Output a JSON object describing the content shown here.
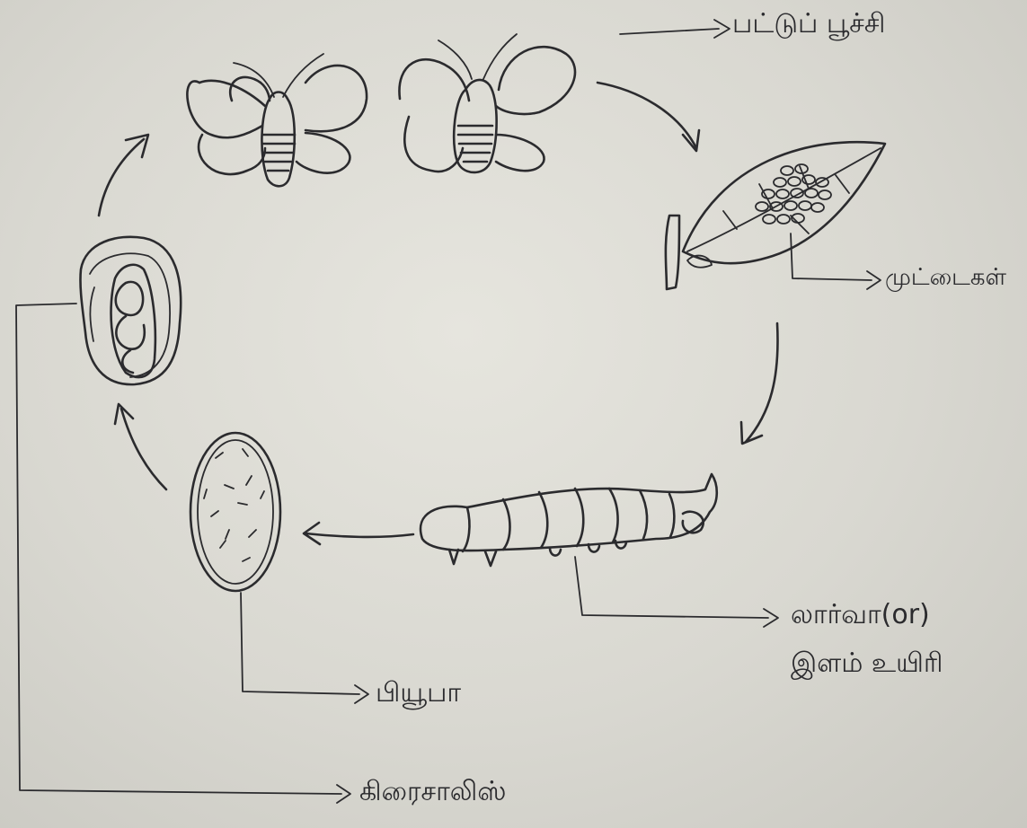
{
  "labels": {
    "adult": "பட்டுப் பூச்சி",
    "eggs": "முட்டைகள்",
    "larva_line1": "லார்வா(or)",
    "larva_line2": "இளம் உயிரி",
    "pupa": "பியூபா",
    "chrysalis": "கிரைசாலிஸ்"
  },
  "colors": {
    "ink": "#2b2b2e",
    "paper": "#dcdbd4"
  }
}
